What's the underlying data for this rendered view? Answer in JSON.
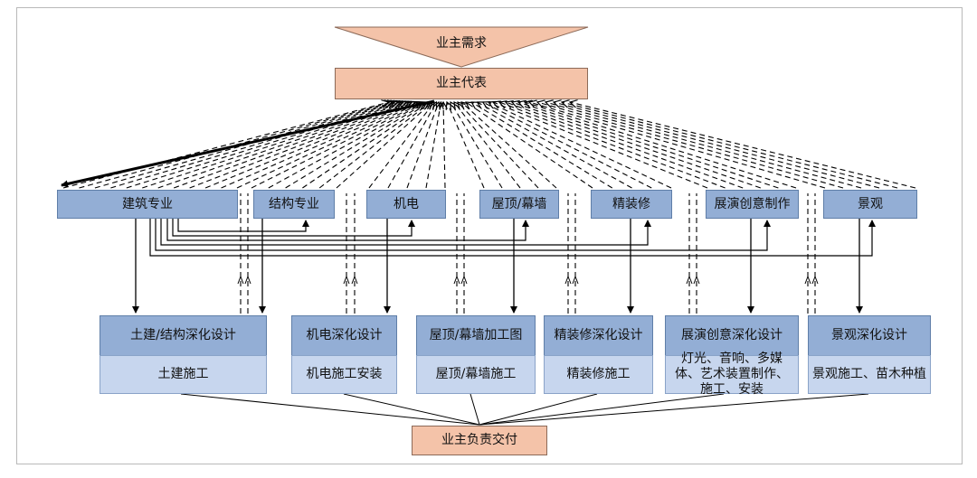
{
  "top": {
    "demand": "业主需求",
    "representative": "业主代表",
    "delivery": "业主负责交付"
  },
  "specialties": [
    {
      "id": "arch",
      "label": "建筑专业"
    },
    {
      "id": "struct",
      "label": "结构专业"
    },
    {
      "id": "mep",
      "label": "机电"
    },
    {
      "id": "roof",
      "label": "屋顶/幕墙"
    },
    {
      "id": "fitout",
      "label": "精装修"
    },
    {
      "id": "exhibit",
      "label": "展演创意制作"
    },
    {
      "id": "landscape",
      "label": "景观"
    }
  ],
  "packages": [
    {
      "id": "civil",
      "design": "土建/结构深化设计",
      "build": "土建施工"
    },
    {
      "id": "mep",
      "design": "机电深化设计",
      "build": "机电施工安装"
    },
    {
      "id": "roof",
      "design": "屋顶/幕墙加工图",
      "build": "屋顶/幕墙施工"
    },
    {
      "id": "fitout",
      "design": "精装修深化设计",
      "build": "精装修施工"
    },
    {
      "id": "exhibit",
      "design": "展演创意深化设计",
      "build": "灯光、音响、多媒体、艺术装置制作、施工、安装"
    },
    {
      "id": "landscape",
      "design": "景观深化设计",
      "build": "景观施工、苗木种植"
    }
  ],
  "colors": {
    "owner": "#f4c3a9",
    "specialty": "#93aed5",
    "build": "#c7d6ee",
    "line": "#000000"
  }
}
